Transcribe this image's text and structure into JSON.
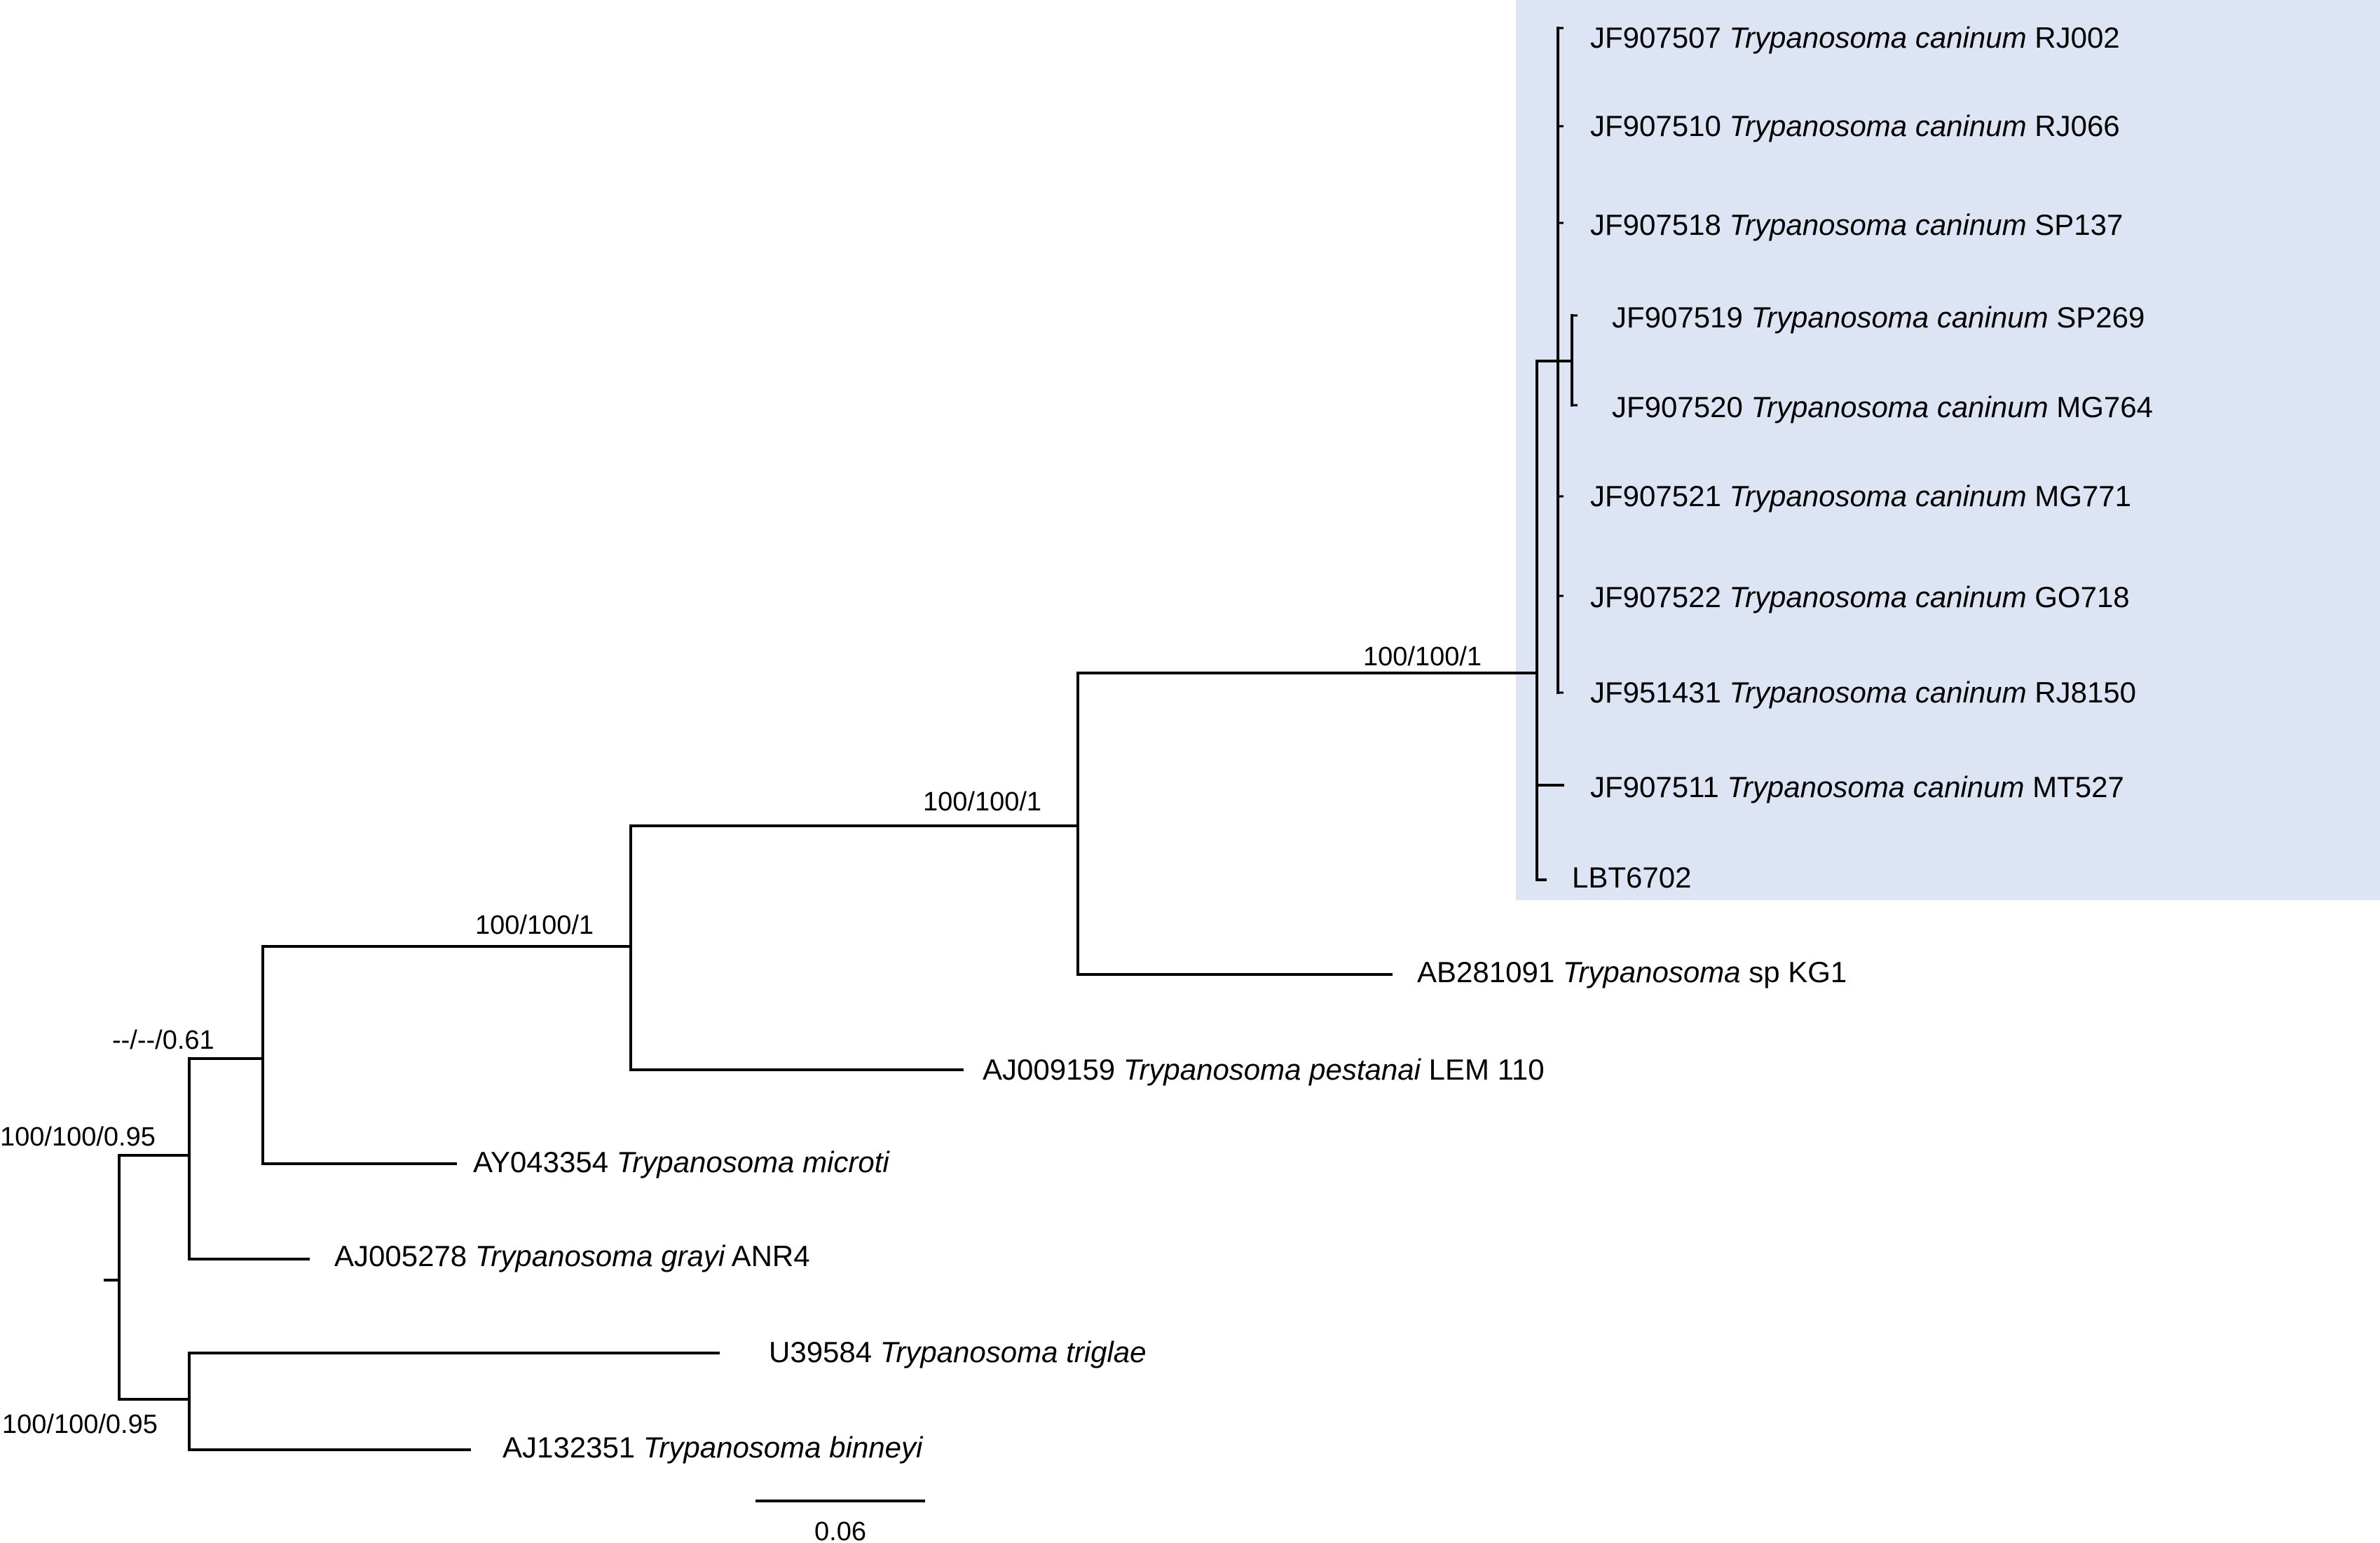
{
  "figure": {
    "highlight_color": "#dde4f4",
    "branch_color": "#000000"
  },
  "taxa": {
    "t01": {
      "acc": "JF907507",
      "sp": "Trypanosoma caninum",
      "strain": "RJ002"
    },
    "t02": {
      "acc": "JF907510",
      "sp": "Trypanosoma caninum",
      "strain": "RJ066"
    },
    "t03": {
      "acc": "JF907518",
      "sp": "Trypanosoma caninum",
      "strain": "SP137"
    },
    "t04": {
      "acc": "JF907519",
      "sp": "Trypanosoma caninum",
      "strain": "SP269"
    },
    "t05": {
      "acc": "JF907520",
      "sp": "Trypanosoma caninum",
      "strain": "MG764"
    },
    "t06": {
      "acc": "JF907521",
      "sp": "Trypanosoma caninum",
      "strain": "MG771"
    },
    "t07": {
      "acc": "JF907522",
      "sp": "Trypanosoma caninum",
      "strain": "GO718"
    },
    "t08": {
      "acc": "JF951431",
      "sp": "Trypanosoma caninum",
      "strain": "RJ8150"
    },
    "t09": {
      "acc": "JF907511",
      "sp": "Trypanosoma caninum",
      "strain": "MT527"
    },
    "t10": {
      "acc": "LBT6702",
      "sp": "",
      "strain": ""
    },
    "t11": {
      "acc": "AB281091",
      "sp": "Trypanosoma",
      "strain": "sp KG1"
    },
    "t12": {
      "acc": "AJ009159",
      "sp": "Trypanosoma pestanai",
      "strain": "LEM 110"
    },
    "t13": {
      "acc": "AY043354",
      "sp": "Trypanosoma microti",
      "strain": ""
    },
    "t14": {
      "acc": "AJ005278",
      "sp": "Trypanosoma grayi",
      "strain": "ANR4"
    },
    "t15": {
      "acc": "U39584",
      "sp": "Trypanosoma triglae",
      "strain": ""
    },
    "t16": {
      "acc": "AJ132351",
      "sp": "Trypanosoma binneyi",
      "strain": ""
    }
  },
  "supports": {
    "caninum_clade": "100/100/1",
    "caninum_kg1": "100/100/1",
    "pestanai_group": "100/100/1",
    "microti_group": "--/--/0.61",
    "grayi_group": "100/100/0.95",
    "fish_group": "100/100/0.95"
  },
  "scale_bar": {
    "label": "0.06"
  }
}
